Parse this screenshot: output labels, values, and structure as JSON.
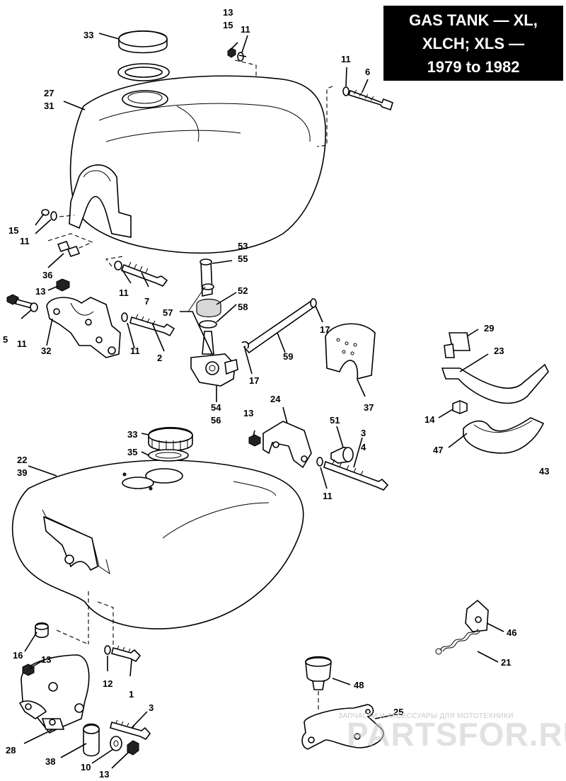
{
  "title": {
    "line1": "GAS TANK — XL,",
    "line2": "XLCH;  XLS —",
    "line3": "1979 to 1982"
  },
  "watermark": {
    "caption": "ЗАПЧАСТИ И АКСЕССУАРЫ ДЛЯ МОТОТЕХНИКИ",
    "brand": "PARTSFOR.RU"
  },
  "callouts": {
    "c33_top": "33",
    "c13_top": "13",
    "c15_top": "15",
    "c11_top": "11",
    "c11_bolt6": "11",
    "c6": "6",
    "c27": "27",
    "c31": "31",
    "c15_left": "15",
    "c11_left": "11",
    "c36": "36",
    "c13_left": "13",
    "c5": "5",
    "c11_bracket": "11",
    "c32": "32",
    "c11_mid": "11",
    "c7": "7",
    "c11_b2": "11",
    "c2": "2",
    "c53": "53",
    "c55": "55",
    "c52": "52",
    "c58": "58",
    "c57": "57",
    "c17_a": "17",
    "c59": "59",
    "c17_b": "17",
    "c54": "54",
    "c56": "56",
    "c37": "37",
    "c29": "29",
    "c23": "23",
    "c14": "14",
    "c47": "47",
    "c43": "43",
    "c13_mount": "13",
    "c24": "24",
    "c51": "51",
    "c3_mount": "3",
    "c4": "4",
    "c11_mount": "11",
    "c33_low": "33",
    "c35": "35",
    "c22": "22",
    "c39": "39",
    "c16": "16",
    "c13_low": "13",
    "c12": "12",
    "c1": "1",
    "c3_low": "3",
    "c28": "28",
    "c38": "38",
    "c10": "10",
    "c13_bottom": "13",
    "c46": "46",
    "c21": "21",
    "c48": "48",
    "c25": "25"
  }
}
